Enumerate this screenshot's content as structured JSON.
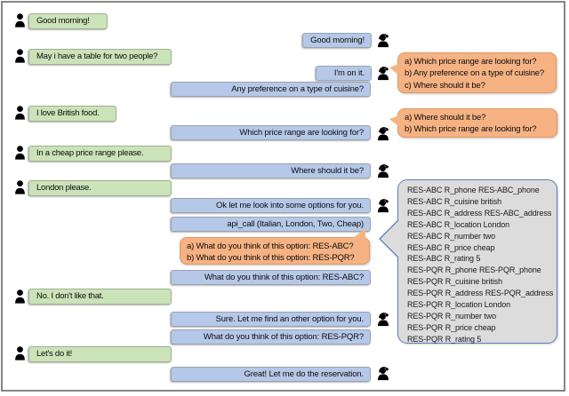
{
  "figure": {
    "description": "restaurant-booking dialogue between a user and a support agent",
    "colors": {
      "user_bubble": "#cbe3b8",
      "bot_bubble": "#b6c8e8",
      "option_bubble": "#f6b283",
      "kb_bubble": "#dcdcdc",
      "kb_border": "#5b7fbd",
      "frame_border": "#868686"
    },
    "user": {
      "icon": "person-icon",
      "messages": [
        "Good morning!",
        "May i have a table for two people?",
        "I love British food.",
        "In a cheap price range please.",
        "London please.",
        "No. I don't like that.",
        "Let's do it!"
      ]
    },
    "bot": {
      "icon": "agent-headset-icon",
      "messages": [
        "Good morning!",
        "I'm on it.",
        "Any preference on a type of cuisine?",
        "Which price range are looking for?",
        "Where should it be?",
        "Ok let me look into some options for you.",
        "api_call (Italian, London, Two, Cheap)",
        "What do you think of this option: RES-ABC?",
        "Sure. Let me find an other option for you.",
        "What do you think of this option: RES-PQR?",
        "Great! Let me do the reservation."
      ]
    },
    "options": [
      {
        "lines": [
          "a) Which price range are looking for?",
          "b) Any preference on a type of cuisine?",
          "c) Where should it be?"
        ]
      },
      {
        "lines": [
          "a) Where should it be?",
          "b) Which price range are looking for?"
        ]
      },
      {
        "lines": [
          "a) What do you think of this option: RES-ABC?",
          "b) What do you think of this option: RES-PQR?"
        ]
      }
    ],
    "kb": {
      "lines": [
        "RES-ABC R_phone RES-ABC_phone",
        "RES-ABC R_cuisine british",
        "RES-ABC R_address RES-ABC_address",
        "RES-ABC R_location London",
        "RES-ABC R_number two",
        "RES-ABC R_price cheap",
        "RES-ABC R_rating 5",
        "RES-PQR R_phone RES-PQR_phone",
        "RES-PQR R_cuisine british",
        "RES-PQR R_address RES-PQR_address",
        "RES-PQR R_location London",
        "RES-PQR R_number two",
        "RES-PQR R_price cheap",
        "RES-PQR R_rating 5"
      ]
    }
  }
}
